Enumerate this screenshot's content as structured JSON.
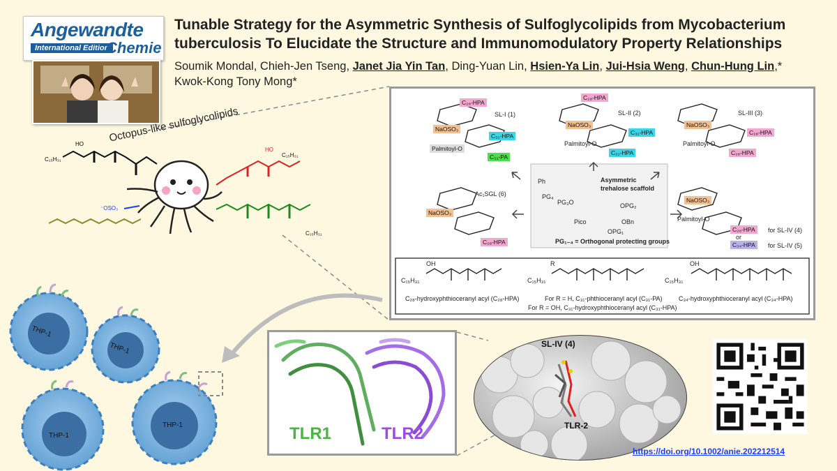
{
  "journal": {
    "name_line1": "Angewandte",
    "edition": "International Edition",
    "name_line2": "Chemie"
  },
  "title": "Tunable Strategy for the Asymmetric Synthesis of Sulfoglycolipids from Mycobacterium tuberculosis To Elucidate the Structure and Immunomodulatory Property Relationships",
  "authors": [
    {
      "name": "Soumik Mondal",
      "underline": false,
      "suffix": ", "
    },
    {
      "name": "Chieh-Jen Tseng",
      "underline": false,
      "suffix": ", "
    },
    {
      "name": "Janet Jia Yin Tan",
      "underline": true,
      "suffix": ", "
    },
    {
      "name": "Ding-Yuan Lin",
      "underline": false,
      "suffix": ", "
    },
    {
      "name": "Hsien-Ya Lin",
      "underline": true,
      "suffix": ", "
    },
    {
      "name": "Jui-Hsia Weng",
      "underline": true,
      "suffix": ", "
    },
    {
      "name": "Chun-Hung Lin",
      "underline": true,
      "suffix": ",* "
    },
    {
      "name": "Kwok-Kong Tony Mong",
      "underline": false,
      "suffix": "*"
    }
  ],
  "octopus_label": "Octopus-like sulfoglycolipids",
  "octopus_chem": {
    "c15": "C₁₅H₃₁",
    "oh": "HO",
    "sulfate": "⁻OSO₃"
  },
  "chem": {
    "sl1": {
      "name": "SL-I (1)",
      "top": "C₂₈-HPA",
      "naoso": "NaOSO₃",
      "mid": "C₃₁-HPA",
      "palm": "Palmitoyl-O",
      "bot": "C₃₁-PA"
    },
    "sl2": {
      "name": "SL-II (2)",
      "top": "C₂₈-HPA",
      "naoso": "NaOSO₃",
      "mid": "C₃₁-HPA",
      "palm": "Palmitoyl-O",
      "bot": "C₃₁-HPA"
    },
    "sl3": {
      "name": "SL-III (3)",
      "naoso": "NaOSO₃",
      "mid": "C₂₈-HPA",
      "palm": "Palmitoyl-O",
      "bot": "C₂₈-HPA"
    },
    "ac1": {
      "name": "Ac₁SGL (6)",
      "naoso": "NaOSO₃",
      "bot": "C₂₈-HPA"
    },
    "sl45": {
      "naoso": "NaOSO₃",
      "palm": "Palmitoyl-O",
      "a": "C₂₈-HPA",
      "a_for": "for SL-IV (4)",
      "or": "or",
      "b": "C₃₄-HPA",
      "b_for": "for SL-IV (5)"
    },
    "scaffold": {
      "title1": "Asymmetric",
      "title2": "trehalose scaffold",
      "pg": "PG₁₋₄ = Orthogonal protecting groups",
      "ph": "Ph",
      "pico": "Pico",
      "obn": "OBn",
      "pg1": "OPG₁",
      "pg2": "OPG₂",
      "pg3": "PG₃O",
      "pg4": "PG₄"
    },
    "acyl": {
      "c28": "C₂₈-hydroxyphthioceranyl acyl (C₂₈-HPA)",
      "c31a": "For R = H, C₃₁-phthioceranyl acyl (C₃₁-PA)",
      "c31b": "For R = OH, C₃₁-hydroxyphthioceranyl acyl (C₃₁-HPA)",
      "c34": "C₃₄-hydroxyphthioceranyl acyl (C₃₄-HPA)",
      "r": "R",
      "c15": "C₁₅H₃₁",
      "oh": "OH"
    }
  },
  "cells": [
    "THP-1",
    "THP-1",
    "THP-1",
    "THP-1"
  ],
  "protein": {
    "tlr1": "TLR1",
    "tlr2": "TLR2"
  },
  "docking": {
    "ligand": "SL-IV (4)",
    "receptor": "TLR-2"
  },
  "doi": "https://doi.org/10.1002/anie.202212514",
  "colors": {
    "background": "#fff8e1",
    "pink": "#f4a7d0",
    "cyan": "#38d6e6",
    "green": "#4be04b",
    "orange": "#f5c08f",
    "tlr1": "#4bb543",
    "tlr2": "#9b4be6",
    "cell": "#6aa6d6",
    "link": "#1a3cff"
  }
}
